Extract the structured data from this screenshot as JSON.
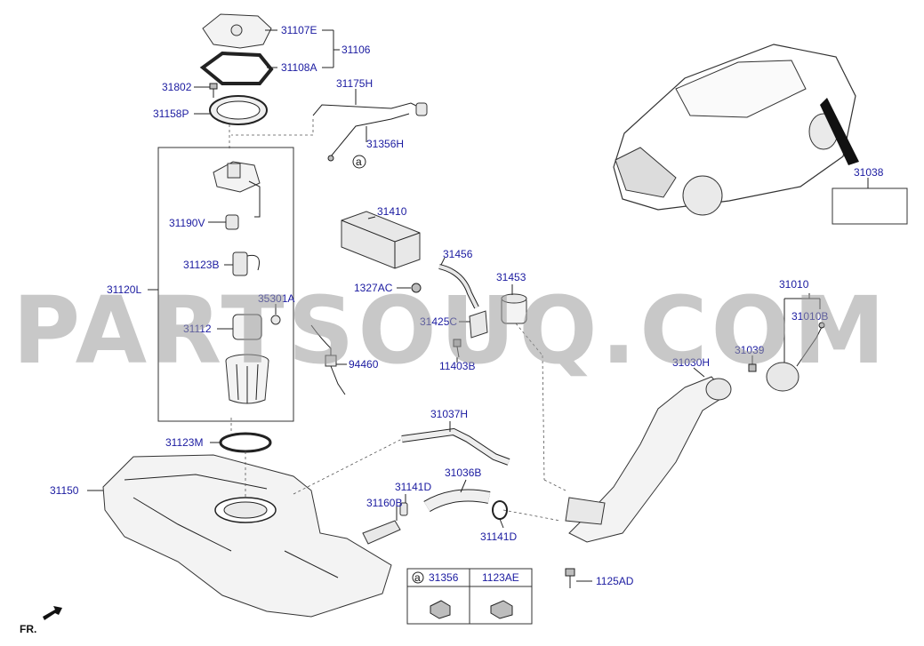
{
  "watermark": "PARTSOUQ.COM",
  "direction_label": "FR.",
  "labels": {
    "p31107E": "31107E",
    "p31106": "31106",
    "p31108A": "31108A",
    "p31802": "31802",
    "p31175H": "31175H",
    "p31158P": "31158P",
    "p31356H": "31356H",
    "p31190V": "31190V",
    "p31123B": "31123B",
    "p31120L": "31120L",
    "p35301A": "35301A",
    "p31112": "31112",
    "p31410": "31410",
    "p31456": "31456",
    "p31453": "31453",
    "p1327AC": "1327AC",
    "p31425C": "31425C",
    "p11403B": "11403B",
    "p94460": "94460",
    "p31038": "31038",
    "p31010": "31010",
    "p31010B": "31010B",
    "p31039": "31039",
    "p31030H": "31030H",
    "p31037H": "31037H",
    "p31123M": "31123M",
    "p31150": "31150",
    "p31036B": "31036B",
    "p31141D_a": "31141D",
    "p31160B": "31160B",
    "p31141D_b": "31141D",
    "p1125AD": "1125AD"
  },
  "ref_marker": "a",
  "legend_table": {
    "col1_marker": "a",
    "col1_part": "31356",
    "col2_part": "1123AE"
  }
}
